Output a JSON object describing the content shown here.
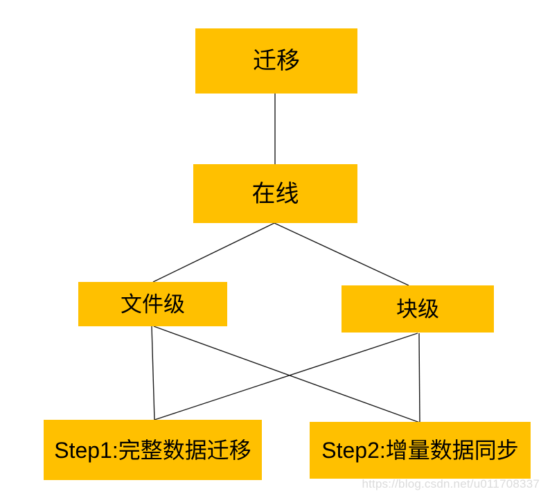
{
  "diagram": {
    "type": "tree-flowchart",
    "nodes": [
      {
        "id": "migration",
        "label": "迁移"
      },
      {
        "id": "online",
        "label": "在线"
      },
      {
        "id": "file-level",
        "label": "文件级"
      },
      {
        "id": "block-level",
        "label": "块级"
      },
      {
        "id": "step1",
        "label": "Step1:完整数据迁移"
      },
      {
        "id": "step2",
        "label": "Step2:增量数据同步"
      }
    ],
    "edges": [
      {
        "from": "migration",
        "to": "online"
      },
      {
        "from": "online",
        "to": "file-level"
      },
      {
        "from": "online",
        "to": "block-level"
      },
      {
        "from": "file-level",
        "to": "step1"
      },
      {
        "from": "file-level",
        "to": "step2"
      },
      {
        "from": "block-level",
        "to": "step1"
      },
      {
        "from": "block-level",
        "to": "step2"
      }
    ],
    "colors": {
      "node_fill": "#FFC000",
      "node_text": "#000000",
      "edge_line": "#1a1a1a",
      "background": "#FFFFFF"
    }
  },
  "watermark": {
    "text": "https://blog.csdn.net/u011708337"
  }
}
